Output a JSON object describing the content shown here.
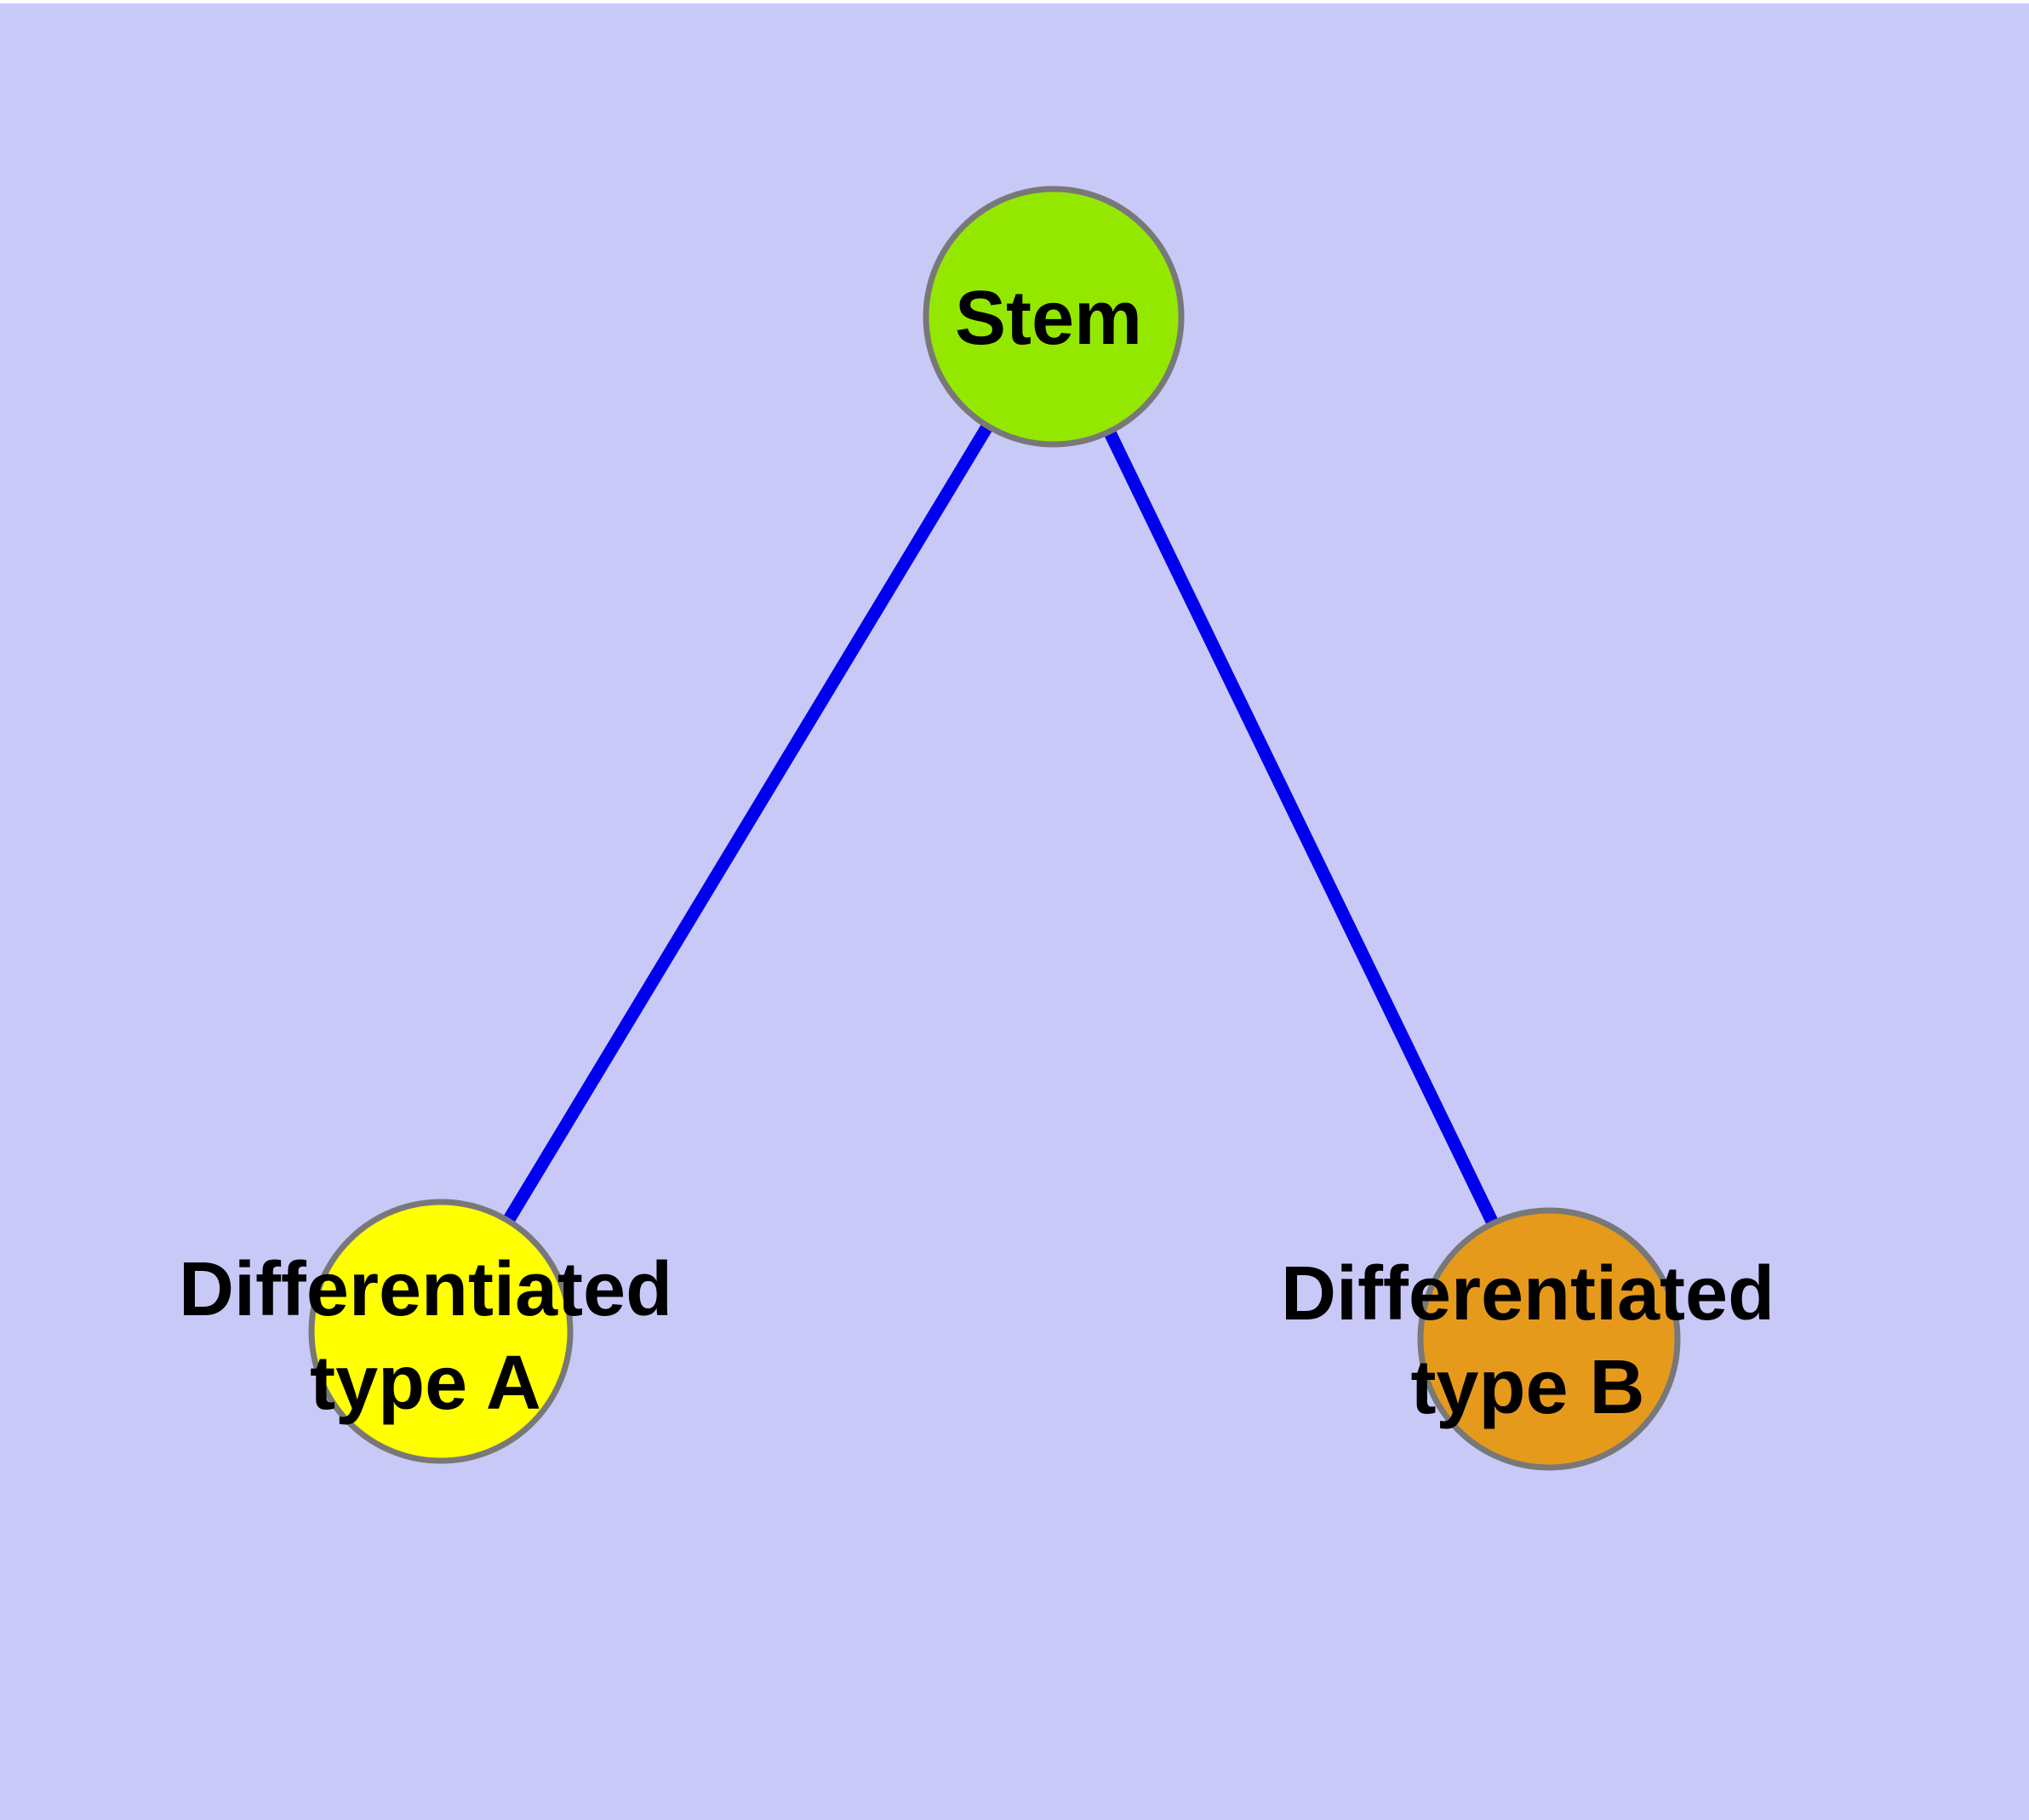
{
  "diagram": {
    "background_color": "#c9c9f8",
    "top_margin_color": "#ffffff",
    "edge_color": "#0000ee",
    "node_border_color": "#787878",
    "label_color": "#000000",
    "nodes": [
      {
        "id": "stem",
        "label": "Stem",
        "fill": "#94e800"
      },
      {
        "id": "differentiated-type-a",
        "label_line1": "Differentiated",
        "label_line2": "type A",
        "fill": "#ffff00"
      },
      {
        "id": "differentiated-type-b",
        "label_line1": "Differentiated",
        "label_line2": "type B",
        "fill": "#e69a1c"
      }
    ],
    "edges": [
      {
        "from": "Stem",
        "to": "Differentiated type A"
      },
      {
        "from": "Stem",
        "to": "Differentiated type B"
      }
    ]
  }
}
